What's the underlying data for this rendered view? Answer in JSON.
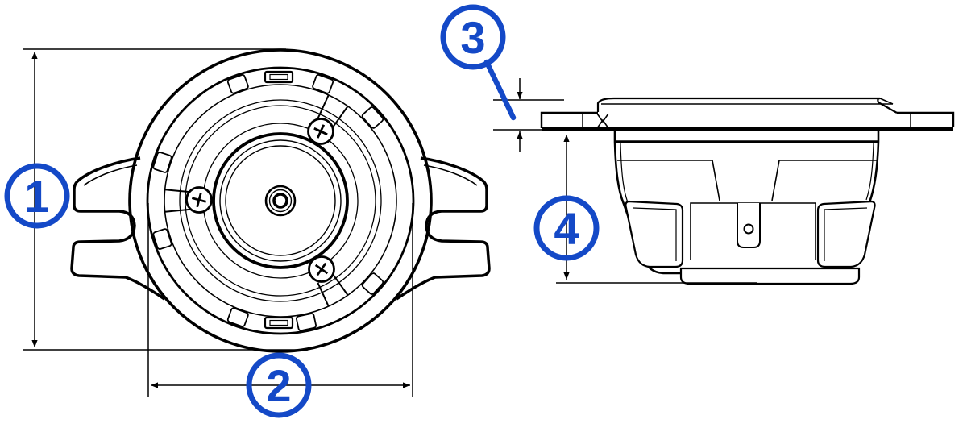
{
  "callouts": [
    {
      "label": "1"
    },
    {
      "label": "2"
    },
    {
      "label": "3"
    },
    {
      "label": "4"
    }
  ],
  "colors": {
    "accent": "#1449C7",
    "ink": "#000000",
    "background": "#FFFFFF"
  }
}
